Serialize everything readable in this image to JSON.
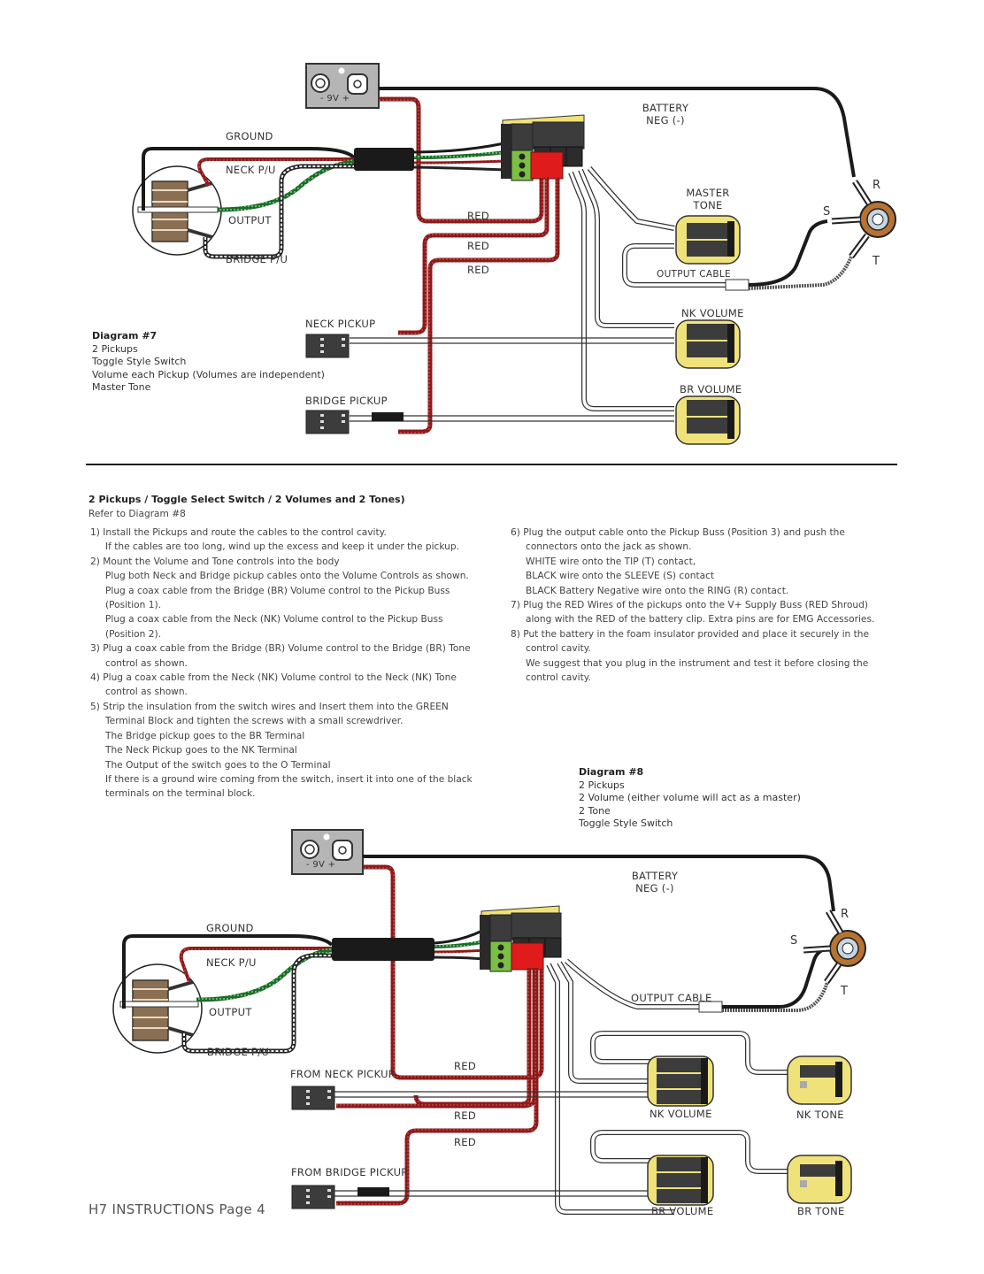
{
  "diagram7": {
    "labels": {
      "ground": "GROUND",
      "neck_pu": "NECK P/U",
      "output": "OUTPUT",
      "bridge_pu": "BRIDGE P/U",
      "battery": "- 9V +",
      "battery_neg": [
        "BATTERY",
        "NEG (-)"
      ],
      "red": [
        "RED",
        "RED",
        "RED"
      ],
      "master_tone": [
        "MASTER",
        "TONE"
      ],
      "output_cable": "OUTPUT CABLE",
      "nk_volume": "NK VOLUME",
      "br_volume": "BR VOLUME",
      "neck_pickup": "NECK PICKUP",
      "bridge_pickup": "BRIDGE PICKUP",
      "jack_r": "R",
      "jack_s": "S",
      "jack_t": "T"
    },
    "description": {
      "title": "Diagram #7",
      "lines": [
        "2 Pickups",
        "Toggle Style Switch",
        "Volume each Pickup (Volumes are independent)",
        "Master Tone"
      ]
    }
  },
  "instructions": {
    "heading": "2 Pickups / Toggle Select Switch / 2  Volumes and 2 Tones)",
    "subheading": "Refer to Diagram #8",
    "left_column": [
      {
        "text": "1) Install the Pickups and route the cables to the control cavity.",
        "indent": false
      },
      {
        "text": "If  the cables are too long, wind up the excess and keep it under the pickup.",
        "indent": true
      },
      {
        "text": "2) Mount the Volume and Tone controls into the body",
        "indent": false
      },
      {
        "text": "Plug both Neck and Bridge pickup cables onto the Volume Controls as shown.",
        "indent": true
      },
      {
        "text": "Plug a coax cable from the Bridge (BR) Volume control to the Pickup Buss",
        "indent": true
      },
      {
        "text": "(Position 1).",
        "indent": true
      },
      {
        "text": "Plug a coax cable from the Neck (NK) Volume control to the Pickup Buss",
        "indent": true
      },
      {
        "text": "(Position 2).",
        "indent": true
      },
      {
        "text": "3) Plug a coax cable from the Bridge (BR) Volume control to the Bridge (BR) Tone",
        "indent": false
      },
      {
        "text": "control as shown.",
        "indent": true
      },
      {
        "text": "4) Plug a coax cable from the Neck (NK) Volume control to the Neck (NK) Tone",
        "indent": false
      },
      {
        "text": "control as shown.",
        "indent": true
      },
      {
        "text": "5) Strip the insulation from the switch wires and Insert them into the GREEN",
        "indent": false
      },
      {
        "text": "Terminal Block and tighten the screws with a small screwdriver.",
        "indent": true
      },
      {
        "text": "The Bridge pickup goes to the BR Terminal",
        "indent": true
      },
      {
        "text": "The Neck Pickup goes to the NK Terminal",
        "indent": true
      },
      {
        "text": "The Output of the switch goes to the O Terminal",
        "indent": true
      },
      {
        "text": "If there is a ground wire coming from the switch, insert it into one of the black",
        "indent": true
      },
      {
        "text": "terminals on the terminal block.",
        "indent": true
      }
    ],
    "right_column": [
      {
        "text": "6) Plug the output cable onto the Pickup Buss (Position 3) and push the",
        "indent": false
      },
      {
        "text": "connectors onto the jack as shown.",
        "indent": true
      },
      {
        "text": "WHITE wire onto the TIP (T) contact,",
        "indent": true
      },
      {
        "text": "BLACK wire onto the SLEEVE (S) contact",
        "indent": true
      },
      {
        "text": "BLACK Battery Negative wire onto the RING (R) contact.",
        "indent": true
      },
      {
        "text": "7) Plug the RED Wires of the pickups onto the V+ Supply Buss (RED Shroud)",
        "indent": false
      },
      {
        "text": "along with the RED of the battery clip. Extra pins are for EMG Accessories.",
        "indent": true
      },
      {
        "text": "8) Put the battery in the foam insulator provided and place it securely in the",
        "indent": false
      },
      {
        "text": "control cavity.",
        "indent": true
      },
      {
        "text": "We suggest that you plug in the instrument and test it before closing the",
        "indent": true
      },
      {
        "text": "control cavity.",
        "indent": true
      }
    ]
  },
  "diagram8": {
    "labels": {
      "ground": "GROUND",
      "neck_pu": "NECK P/U",
      "output": "OUTPUT",
      "bridge_pu": "BRIDGE P/U",
      "battery": "- 9V +",
      "battery_neg": [
        "BATTERY",
        "NEG (-)"
      ],
      "red": [
        "RED",
        "RED",
        "RED"
      ],
      "output_cable": "OUTPUT CABLE",
      "from_neck_pickup": "FROM NECK PICKUP",
      "from_bridge_pickup": "FROM BRIDGE PICKUP",
      "nk_volume": "NK VOLUME",
      "br_volume": "BR VOLUME",
      "nk_tone": "NK TONE",
      "br_tone": "BR TONE",
      "jack_r": "R",
      "jack_s": "S",
      "jack_t": "T"
    },
    "description": {
      "title": "Diagram #8",
      "lines": [
        "2 Pickups",
        "2 Volume (either volume will act as a master)",
        "2 Tone",
        "Toggle Style Switch"
      ]
    }
  },
  "footer": "H7 INSTRUCTIONS Page 4",
  "colors": {
    "red_wire": "#8b1a1a",
    "green_wire": "#2e7d32",
    "pcb_yellow": "#f0e27a",
    "connector_gray": "#3c3c3c",
    "red_shroud": "#e01b1b",
    "jack_brown": "#b87333",
    "battery_gray": "#b5b5b5"
  }
}
